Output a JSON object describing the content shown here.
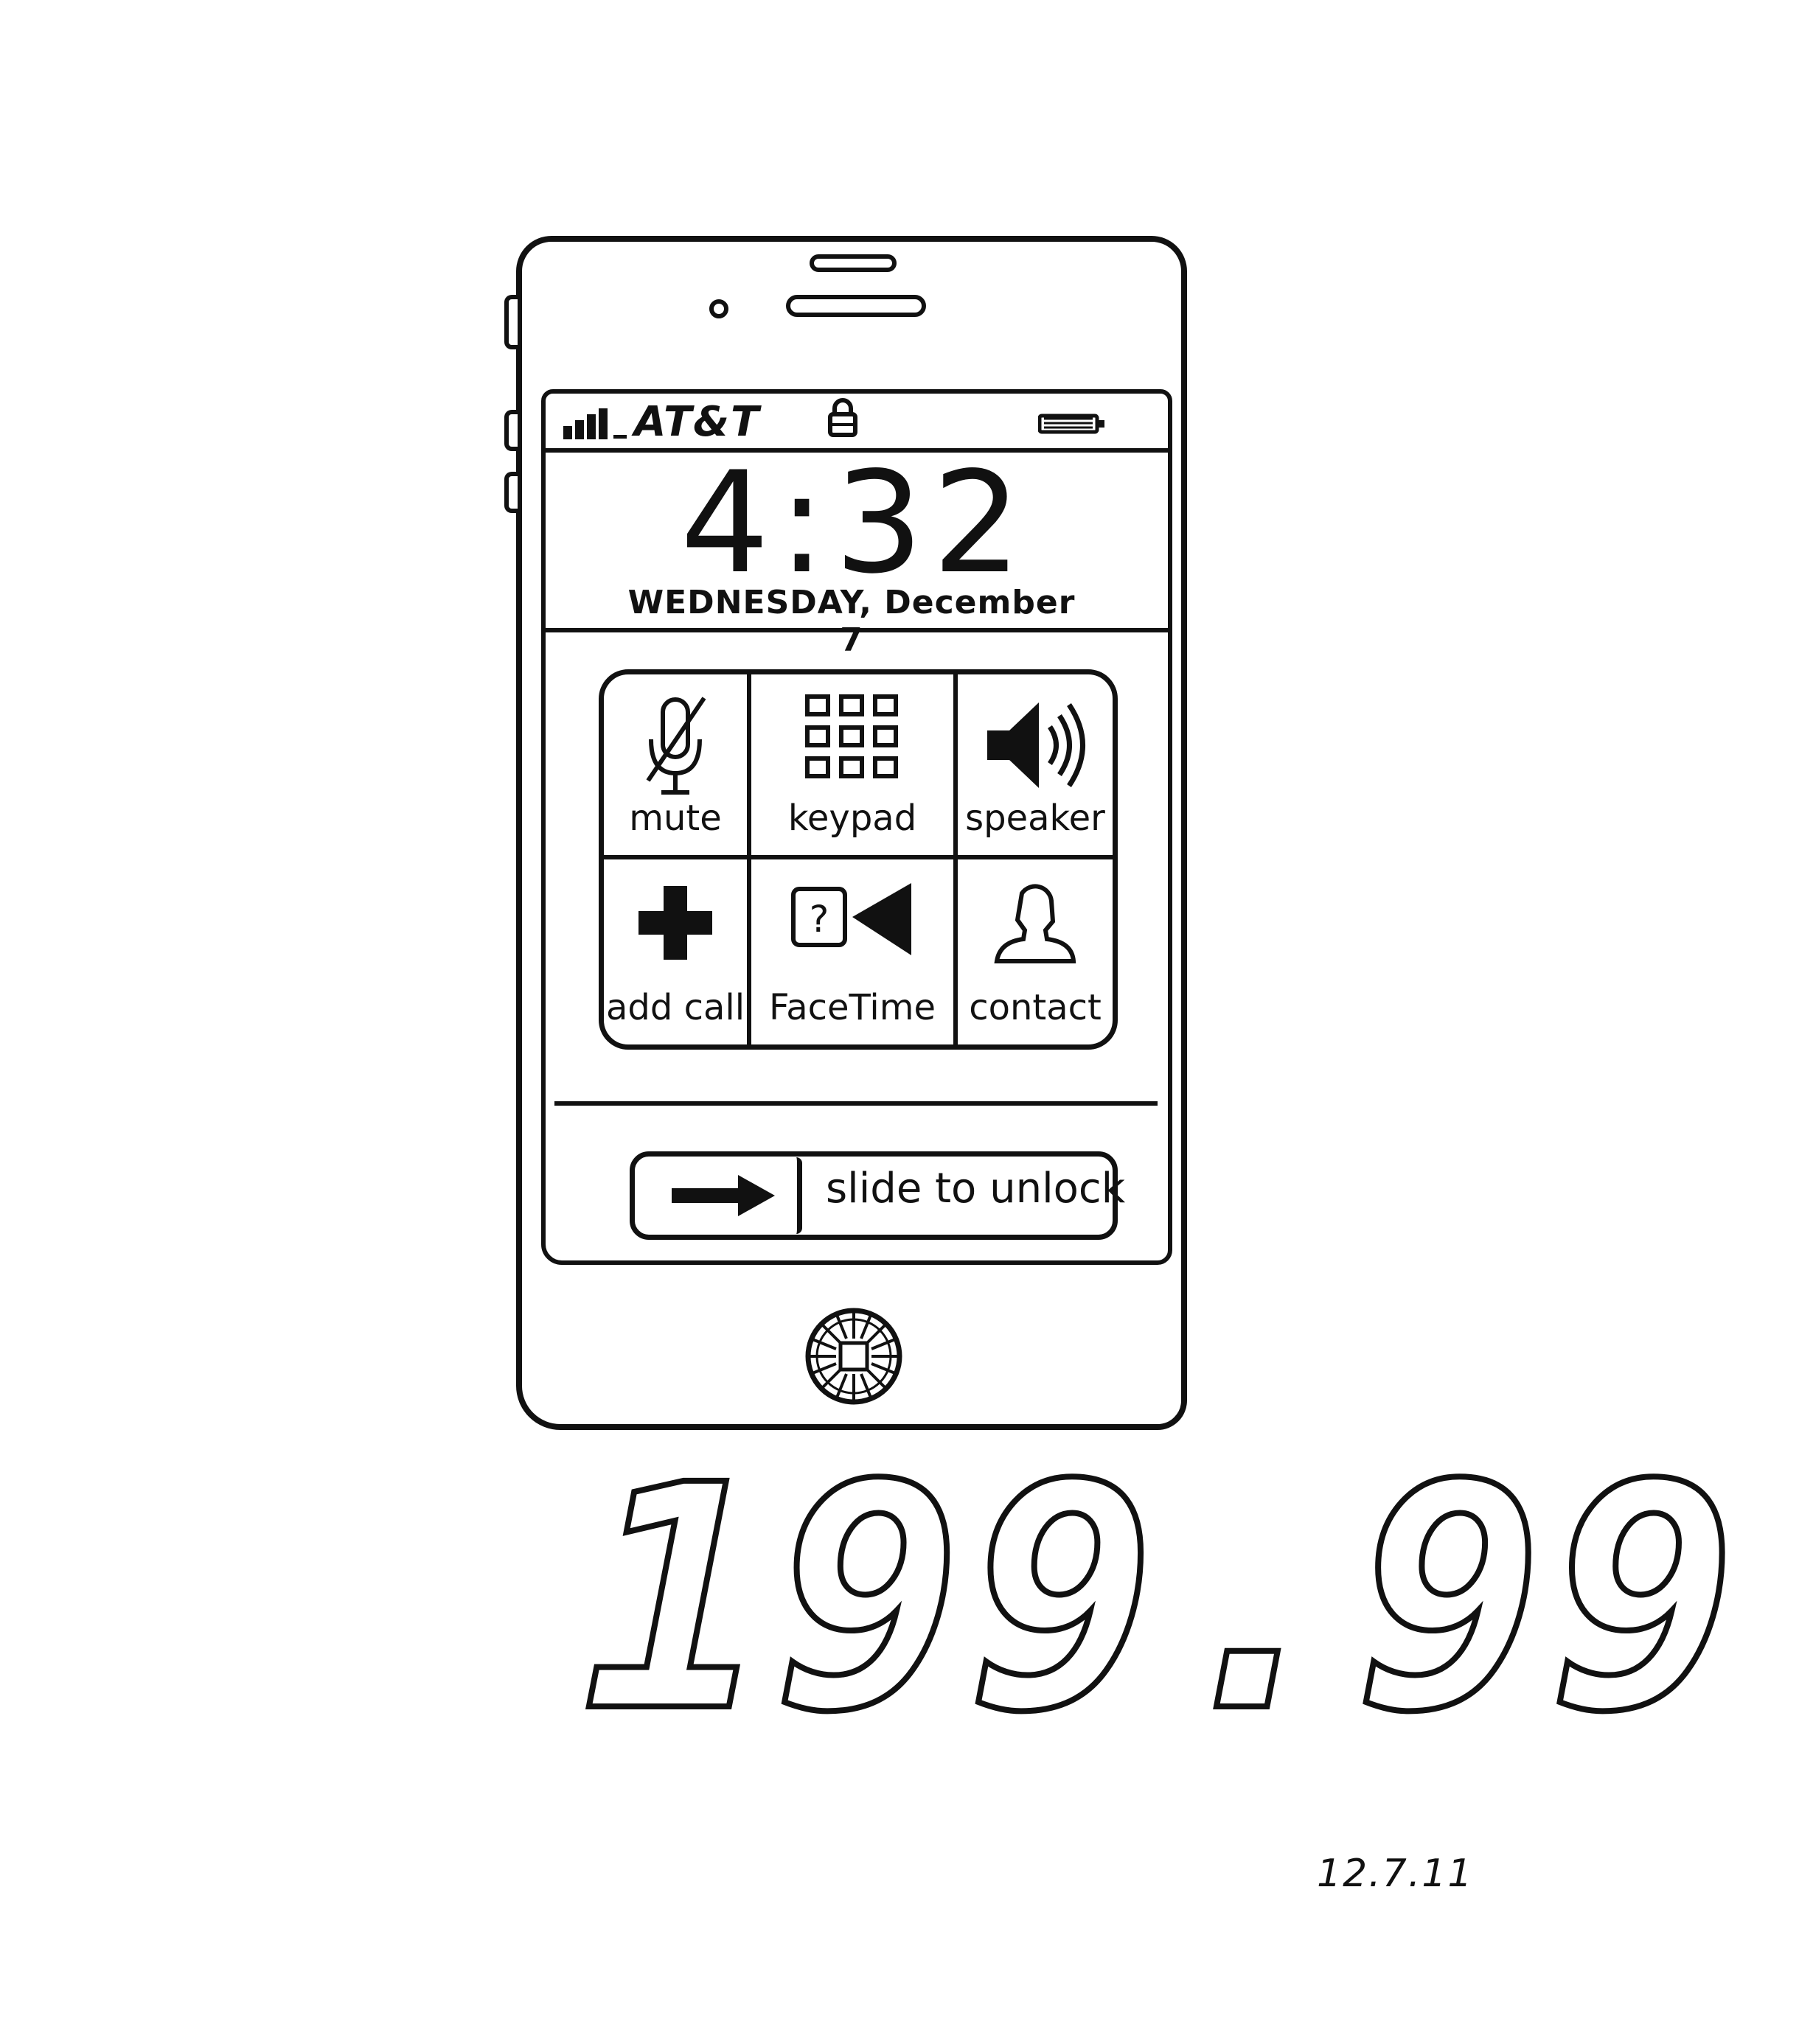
{
  "status_bar": {
    "carrier": "AT&T",
    "signal_icon": "signal-bars-icon",
    "lock_icon": "lock-icon",
    "battery_icon": "battery-icon"
  },
  "lock_screen": {
    "time": "4:32",
    "date": "WEDNESDAY, December 7"
  },
  "call_buttons": [
    {
      "label": "mute",
      "icon": "muted-microphone-icon"
    },
    {
      "label": "keypad",
      "icon": "keypad-icon"
    },
    {
      "label": "speaker",
      "icon": "speaker-icon"
    },
    {
      "label": "add call",
      "icon": "plus-icon"
    },
    {
      "label": "FaceTime",
      "icon": "video-camera-icon"
    },
    {
      "label": "contact",
      "icon": "person-icon"
    }
  ],
  "slider": {
    "label": "slide to unlock",
    "icon": "arrow-right-icon"
  },
  "price": "199.99",
  "drawing_date": "12.7.11"
}
